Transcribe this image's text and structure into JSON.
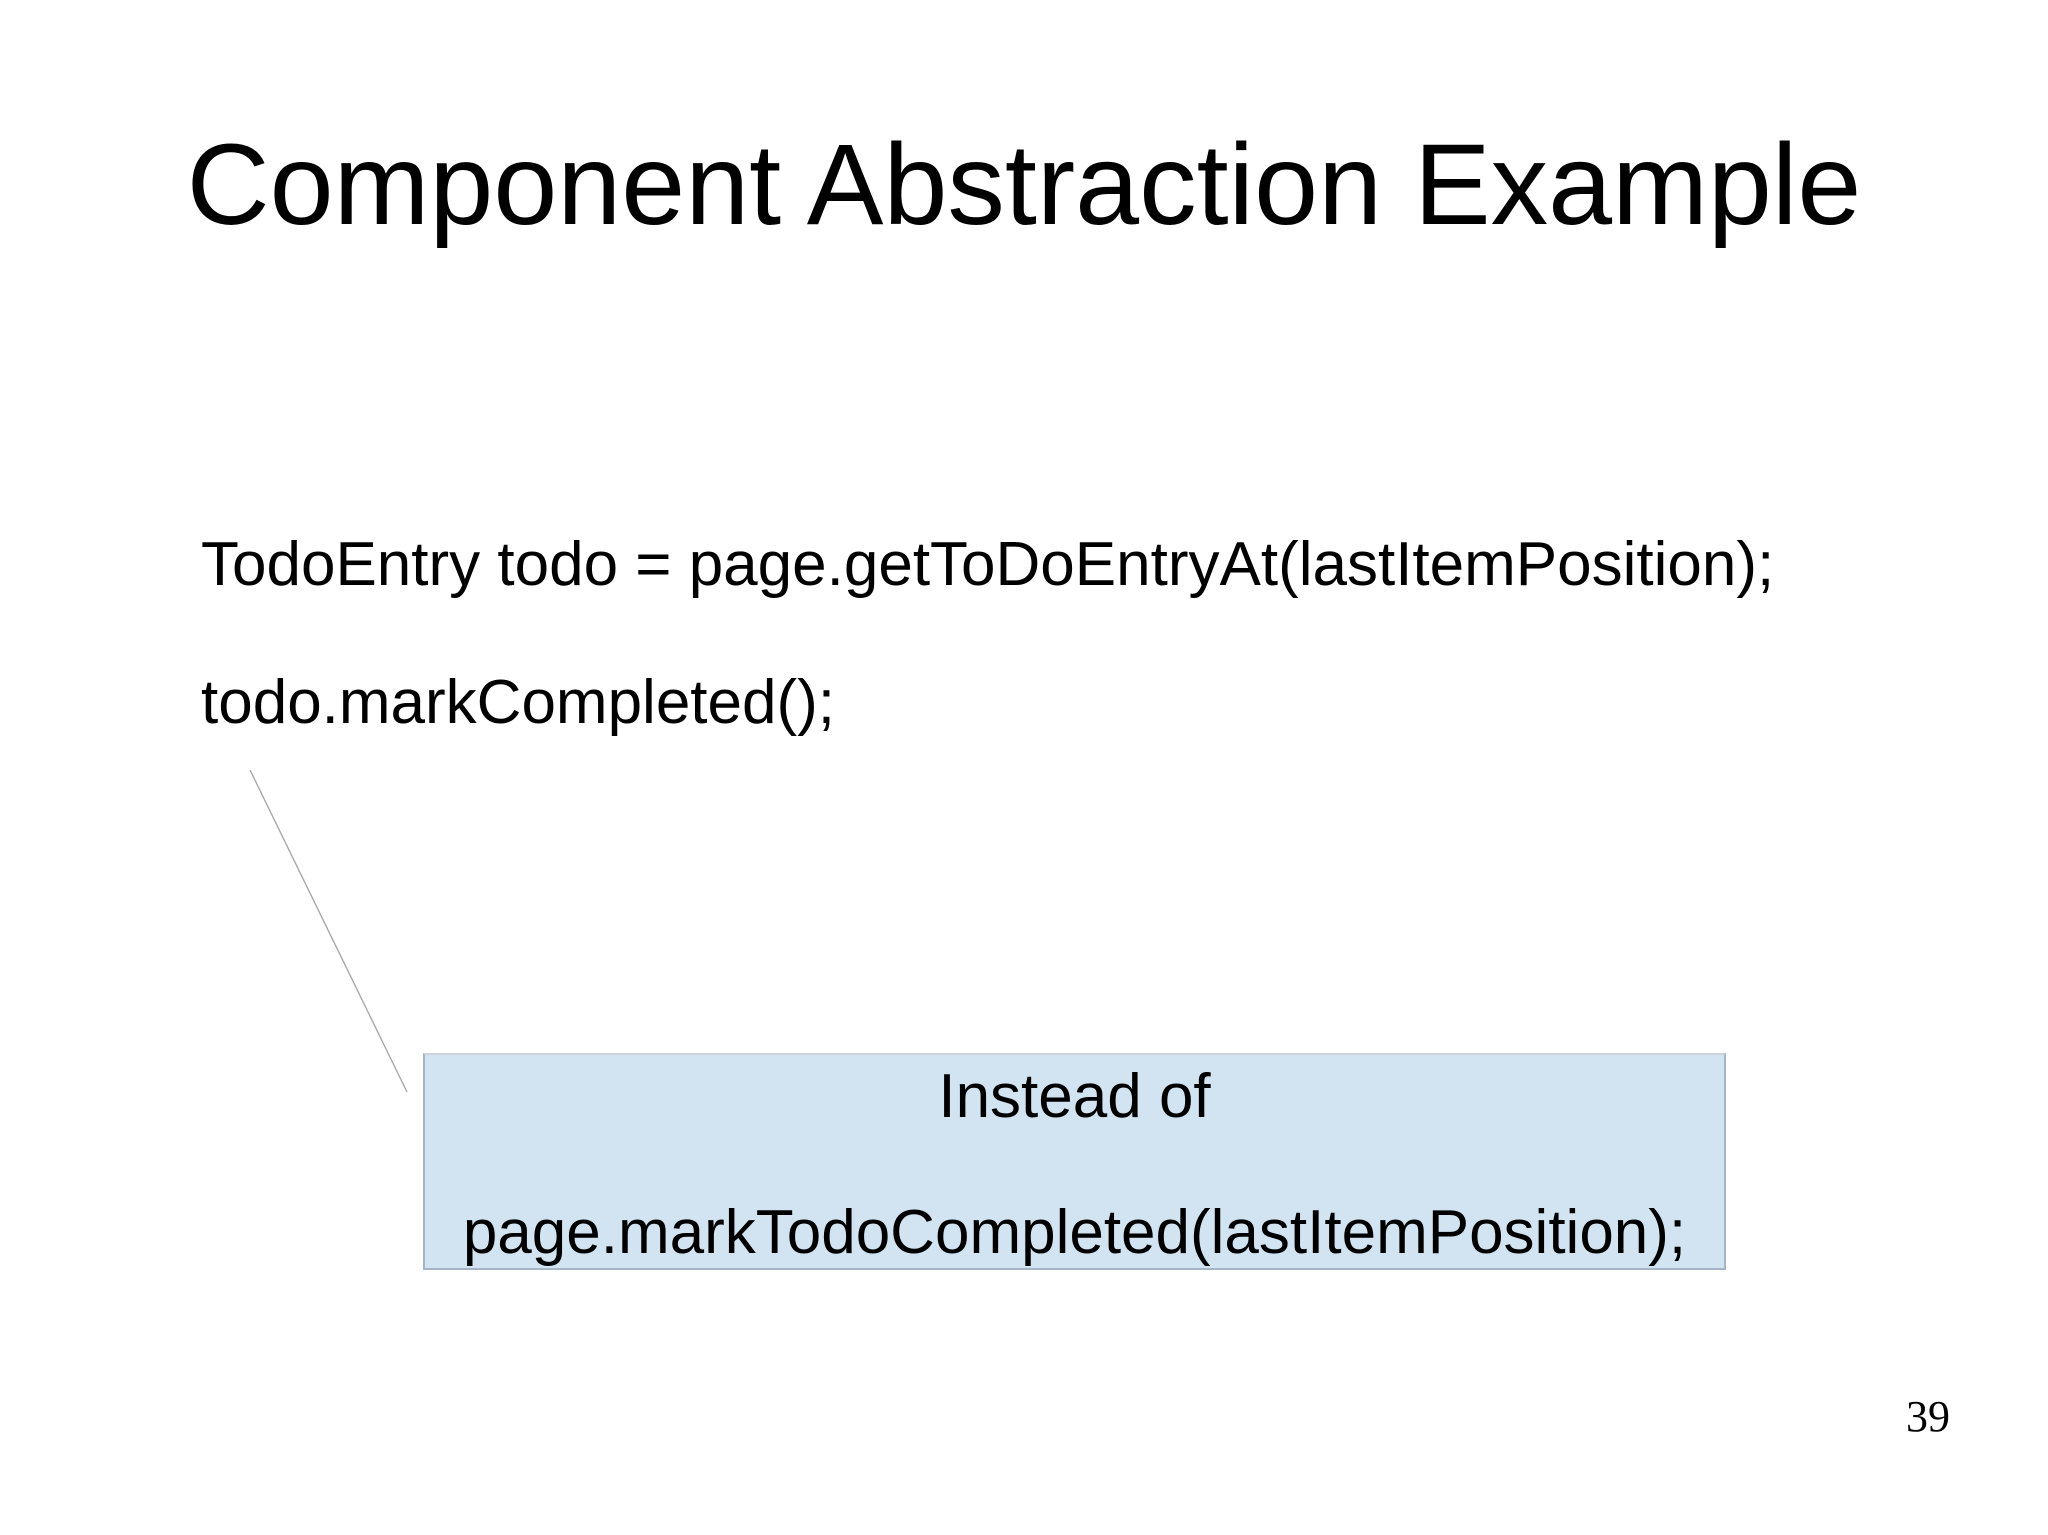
{
  "slide": {
    "title": "Component Abstraction Example",
    "code_lines": [
      "TodoEntry todo = page.getToDoEntryAt(lastItemPosition);",
      "todo.markCompleted();"
    ],
    "callout": {
      "line1": "Instead of",
      "line2": "page.markTodoCompleted(lastItemPosition);"
    },
    "page_number": "39",
    "colors": {
      "text": "#000000",
      "callout_fill": "#d2e4f2",
      "callout_border": "#a6b6c6",
      "connector": "#a8a8a8"
    }
  }
}
